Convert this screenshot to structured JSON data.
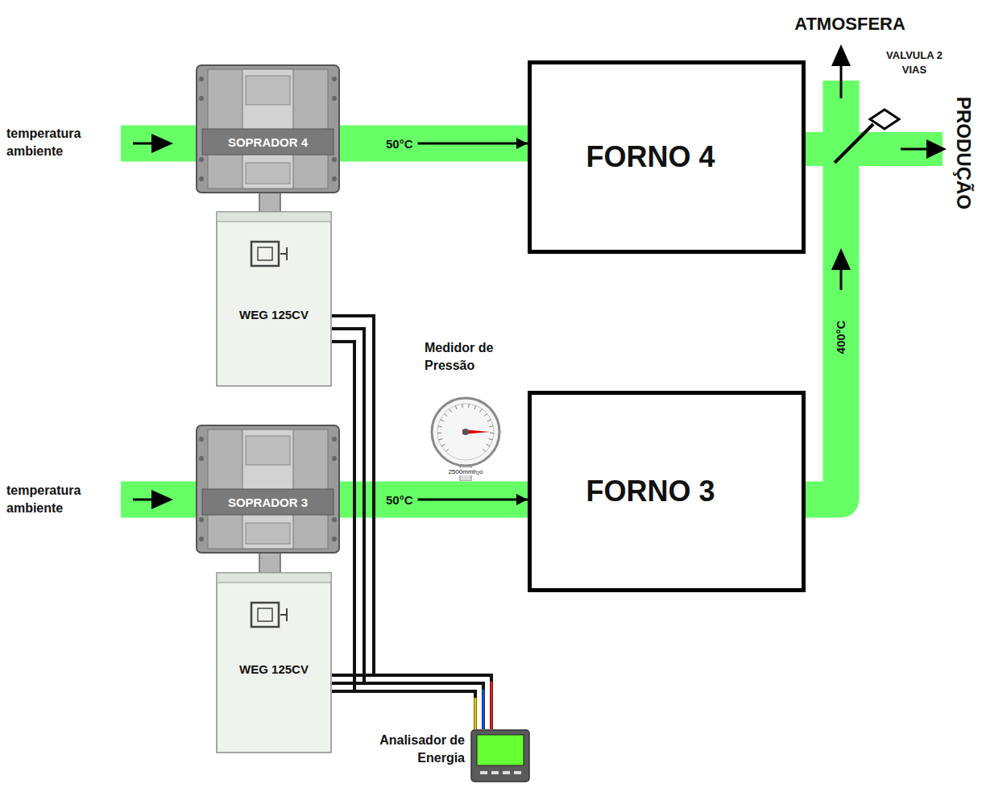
{
  "diagram": {
    "nodes": [
      {
        "text": [
          "SOPRADOR 4"
        ]
      },
      {
        "text": [
          "FORNO 4"
        ]
      },
      {
        "text": [
          "WEG 125CV"
        ]
      },
      {
        "text": [
          "Medidor de Pressão",
          "2500mmh₂o"
        ]
      },
      {
        "text": [
          "SOPRADOR 3"
        ]
      },
      {
        "text": [
          "FORNO 3"
        ]
      },
      {
        "text": [
          "WEG 125CV"
        ]
      },
      {
        "text": [
          "Analisador de Energia"
        ]
      }
    ],
    "edges": [
      {
        "from": 0,
        "to": 1,
        "label": "50°C",
        "arrow": "to"
      },
      {
        "from": 4,
        "to": 5,
        "label": "50°C",
        "arrow": "to"
      },
      {
        "from": 2,
        "to": 7,
        "arrow": "none"
      },
      {
        "from": 6,
        "to": 7,
        "arrow": "none"
      }
    ],
    "labels": [
      "temperatura ambiente",
      "temperatura ambiente",
      "ATMOSFERA",
      "VALVULA 2 VIAS",
      "PRODUÇÃO",
      "400°C"
    ]
  }
}
